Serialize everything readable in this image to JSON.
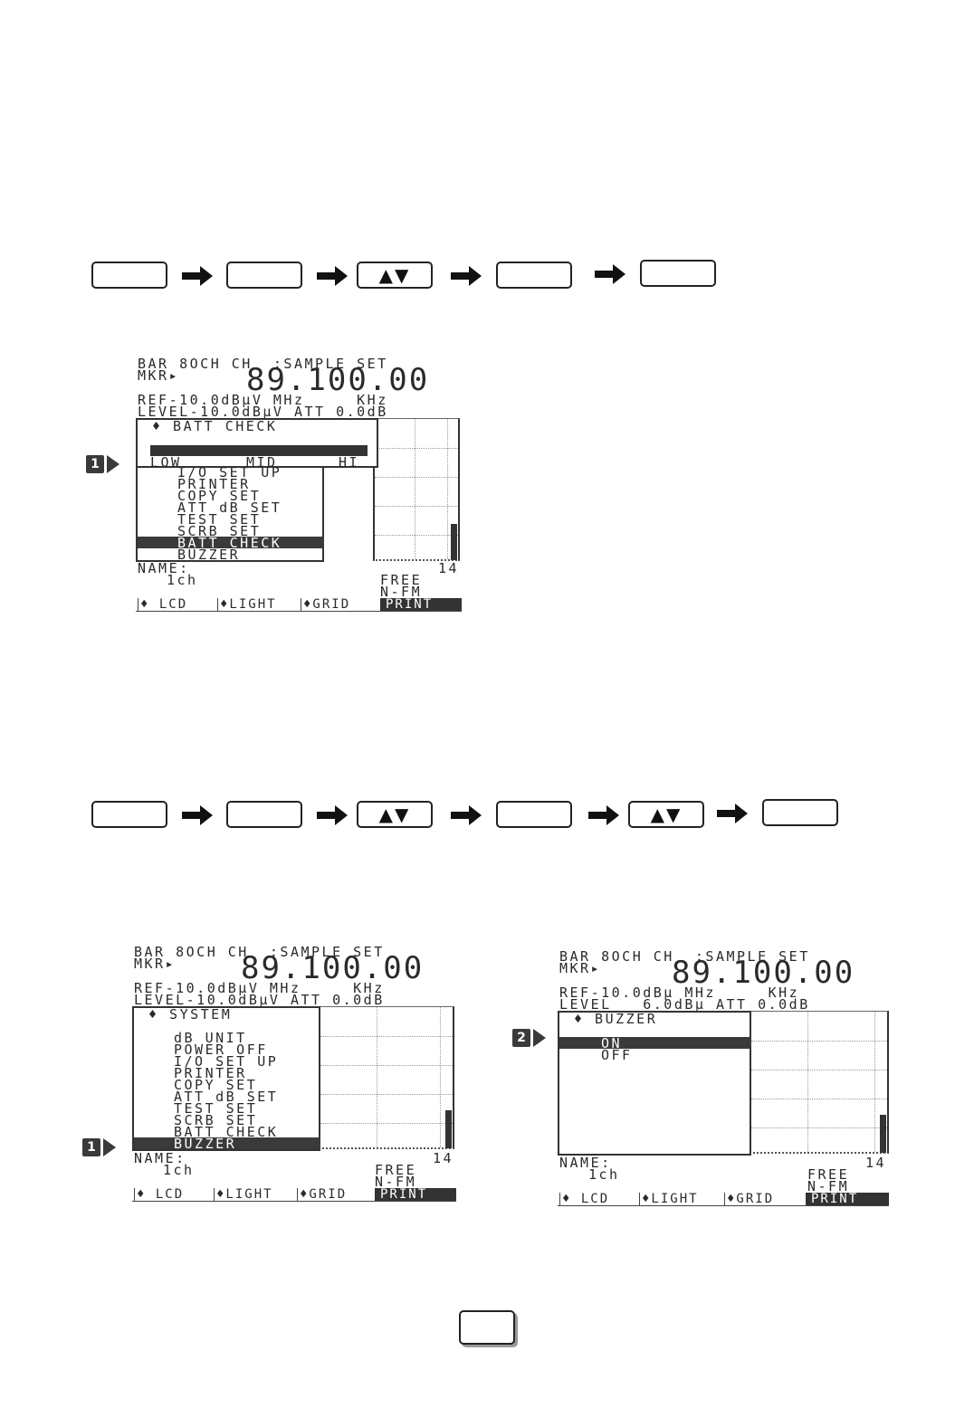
{
  "key_sequence_1": [
    "",
    "",
    "▲▼",
    "",
    ""
  ],
  "key_sequence_2": [
    "",
    "",
    "▲▼",
    "",
    "▲▼",
    ""
  ],
  "screen1": {
    "header_line1": "BAR 8OCH CH  :SAMPLE SET",
    "header_mkr": "MKR▸",
    "frequency": "89.100.00",
    "ref_line": "REF-10.0dBµV MHz     KHz",
    "level_line": "LEVEL-10.0dBµV ATT 0.0dB",
    "popup_title": "♦ BATT CHECK",
    "scale_low": "LOW",
    "scale_mid": "MID",
    "scale_hi": "HI",
    "menu_items": [
      "I/O SET UP",
      "PRINTER",
      "COPY SET",
      "ATT dB SET",
      "TEST SET",
      "SCRB SET",
      "BATT CHECK",
      "BUZZER"
    ],
    "selected_index": 6,
    "name_label": "NAME:",
    "name_value": "1ch",
    "channel_num": "14",
    "mode1": "FREE",
    "mode2": "N-FM",
    "softkeys": [
      "♦ LCD",
      "♦LIGHT",
      "♦GRID",
      "PRINT"
    ]
  },
  "screen2": {
    "header_line1": "BAR 8OCH CH  :SAMPLE SET",
    "header_mkr": "MKR▸",
    "frequency": "89.100.00",
    "ref_line": "REF-10.0dBµV MHz     KHz",
    "level_line": "LEVEL-10.0dBµV ATT 0.0dB",
    "menu_title": "♦ SYSTEM",
    "menu_items": [
      "dB UNIT",
      "POWER OFF",
      "I/O SET UP",
      "PRINTER",
      "COPY SET",
      "ATT dB SET",
      "TEST SET",
      "SCRB SET",
      "BATT CHECK",
      "BUZZER"
    ],
    "selected_index": 9,
    "name_label": "NAME:",
    "name_value": "1ch",
    "channel_num": "14",
    "mode1": "FREE",
    "mode2": "N-FM",
    "softkeys": [
      "♦ LCD",
      "♦LIGHT",
      "♦GRID",
      "PRINT"
    ]
  },
  "screen3": {
    "header_line1": "BAR 8OCH CH  :SAMPLE SET",
    "header_mkr": "MKR▸",
    "frequency": "89.100.00",
    "ref_line": "REF-10.0dBµ MHz     KHz",
    "level_line": "LEVEL   6.0dBµ ATT 0.0dB",
    "menu_title": "♦ BUZZER",
    "options": [
      "ON",
      "OFF"
    ],
    "selected_index": 0,
    "name_label": "NAME:",
    "name_value": "1ch",
    "channel_num": "14",
    "mode1": "FREE",
    "mode2": "N-FM",
    "softkeys": [
      "♦ LCD",
      "♦LIGHT",
      "♦GRID",
      "PRINT"
    ]
  },
  "markers": {
    "m1": "1",
    "m2": "2"
  },
  "page_number": ""
}
